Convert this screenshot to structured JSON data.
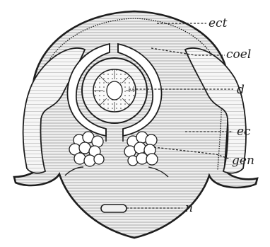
{
  "figure": {
    "labels": {
      "ect": "ect",
      "coel": "coel",
      "d": "d",
      "ec": "ec",
      "gen": "gen",
      "n": "n"
    }
  }
}
